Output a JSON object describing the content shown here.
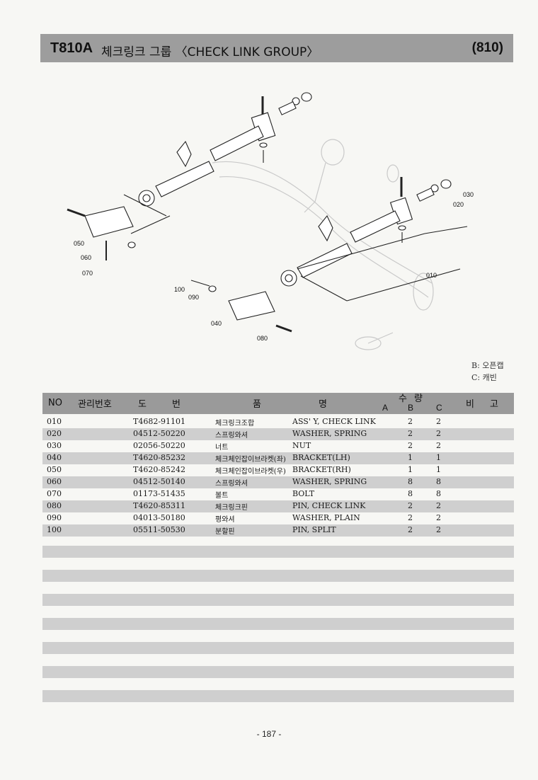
{
  "header": {
    "code": "T810A",
    "title": "체크링크 그룹 〈CHECK LINK GROUP〉",
    "page": "(810)"
  },
  "diagram": {
    "callouts": [
      "010",
      "020",
      "030",
      "040",
      "050",
      "060",
      "070",
      "080",
      "090",
      "100"
    ]
  },
  "legend": [
    "B: 오픈캡",
    "C: 캐빈"
  ],
  "table": {
    "headers": {
      "no": "NO",
      "mgmt": "관리번호",
      "do": "도",
      "beon": "번",
      "pum": "품",
      "myeong": "명",
      "su": "수",
      "ryang": "량",
      "bi": "비",
      "go": "고",
      "a": "A",
      "b": "B",
      "c": "C"
    },
    "rows": [
      {
        "no": "010",
        "part": "T4682-91101",
        "kr": "체크링크조합",
        "en": "ASS' Y, CHECK LINK",
        "b": "2",
        "c": "2"
      },
      {
        "no": "020",
        "part": "04512-50220",
        "kr": "스프링와셔",
        "en": "WASHER, SPRING",
        "b": "2",
        "c": "2"
      },
      {
        "no": "030",
        "part": "02056-50220",
        "kr": "너트",
        "en": "NUT",
        "b": "2",
        "c": "2"
      },
      {
        "no": "040",
        "part": "T4620-85232",
        "kr": "체크체인잡이브라켓(좌)",
        "en": "BRACKET(LH)",
        "b": "1",
        "c": "1"
      },
      {
        "no": "050",
        "part": "T4620-85242",
        "kr": "체크체인잡이브라켓(우)",
        "en": "BRACKET(RH)",
        "b": "1",
        "c": "1"
      },
      {
        "no": "060",
        "part": "04512-50140",
        "kr": "스프링와셔",
        "en": "WASHER, SPRING",
        "b": "8",
        "c": "8"
      },
      {
        "no": "070",
        "part": "01173-51435",
        "kr": "볼트",
        "en": "BOLT",
        "b": "8",
        "c": "8"
      },
      {
        "no": "080",
        "part": "T4620-85311",
        "kr": "체크링크핀",
        "en": "PIN, CHECK LINK",
        "b": "2",
        "c": "2"
      },
      {
        "no": "090",
        "part": "04013-50180",
        "kr": "평와셔",
        "en": "WASHER, PLAIN",
        "b": "2",
        "c": "2"
      },
      {
        "no": "100",
        "part": "05511-50530",
        "kr": "분할핀",
        "en": "PIN, SPLIT",
        "b": "2",
        "c": "2"
      }
    ]
  },
  "footer": {
    "page_number": "- 187 -"
  }
}
